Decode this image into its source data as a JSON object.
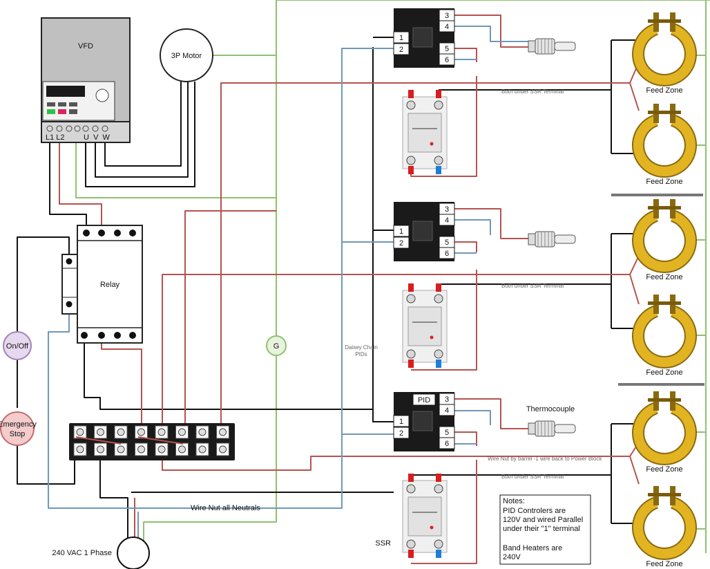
{
  "labels": {
    "vfd": "VFD",
    "vfd_terminals": "L1 L2         U  V  W",
    "motor": "3P Motor",
    "relay": "Relay",
    "on_off": "On/Off",
    "emergency_stop_1": "Emergency",
    "emergency_stop_2": "Stop",
    "ground": "G",
    "power_in": "240 VAC 1 Phase",
    "neutral_note": "Wire Nut all Neutrals",
    "daisy_1": "Daisey Chain",
    "daisy_2": "PIDs",
    "ssr_note": "Both under SSR Terminal",
    "wire_nut_note": "Wire Nut by barrel -1 wire back to Power Block",
    "thermocouple": "Thermocouple",
    "pid": "PID",
    "ssr": "SSR",
    "feed_zone": "Feed Zone"
  },
  "pid_terminals": [
    "1",
    "2",
    "3",
    "4",
    "5",
    "6"
  ],
  "notes": {
    "title": "Notes:",
    "line1": "PID Controlers are",
    "line2": "120V and wired Parallel",
    "line3": "under their \"1\" terminal",
    "line4": "Band Heaters are",
    "line5": "240V"
  },
  "colors": {
    "black_wire": "#111111",
    "red_wire": "#b5524f",
    "blue_wire": "#6f98b8",
    "green_wire": "#8fc16d",
    "heater_band": "#e2b422"
  }
}
